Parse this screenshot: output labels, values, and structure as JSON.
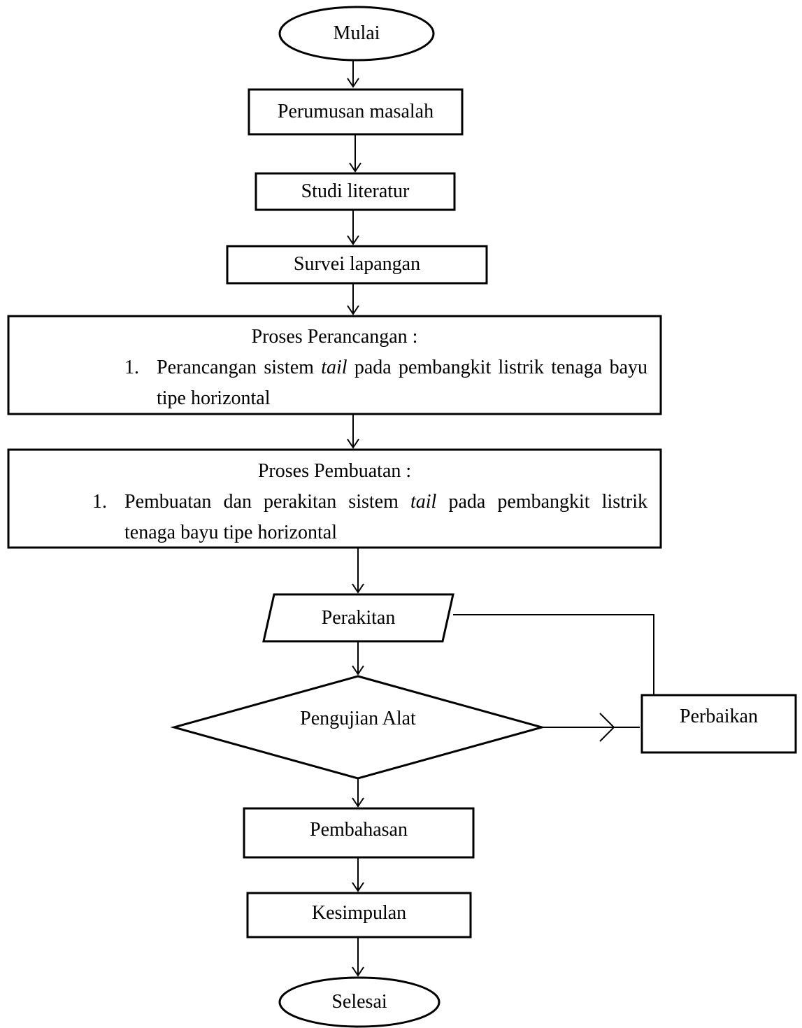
{
  "diagram": {
    "start": "Mulai",
    "step_perumusan": "Perumusan masalah",
    "step_studi": "Studi literatur",
    "step_survei": "Survei lapangan",
    "perancangan": {
      "title": "Proses Perancangan :",
      "number": "1.",
      "text_before": "Perancangan sistem",
      "italic": "tail",
      "text_after": "pada pembangkit listrik tenaga bayu tipe horizontal"
    },
    "pembuatan": {
      "title": "Proses Pembuatan :",
      "number": "1.",
      "text_before": "Pembuatan dan perakitan sistem",
      "italic": "tail",
      "text_after": "pada pembangkit listrik tenaga bayu tipe horizontal"
    },
    "step_perakitan": "Perakitan",
    "decision": "Pengujian Alat",
    "step_perbaikan": "Perbaikan",
    "step_pembahasan": "Pembahasan",
    "step_kesimpulan": "Kesimpulan",
    "end": "Selesai"
  }
}
